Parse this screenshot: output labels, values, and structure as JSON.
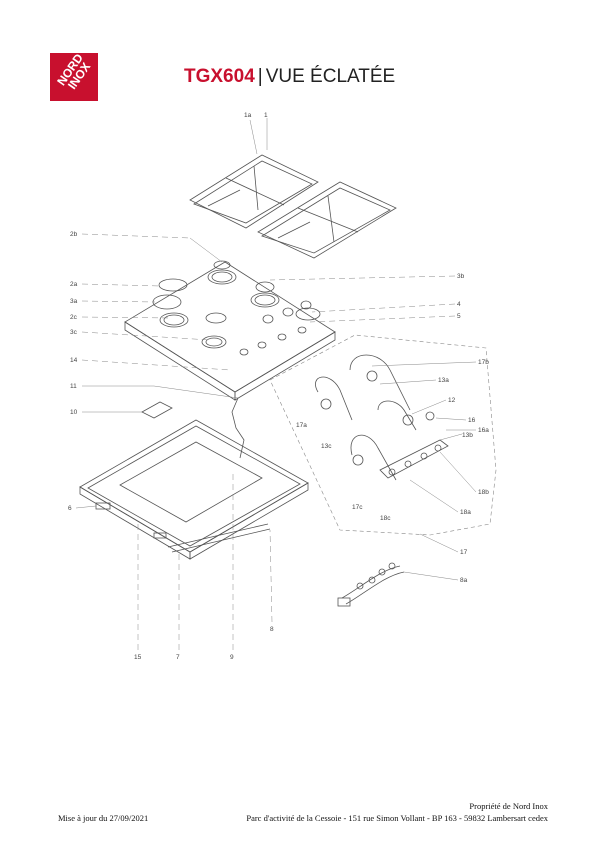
{
  "header": {
    "brand_line1": "NORD",
    "brand_line2": "INOX",
    "model": "TGX604",
    "separator": "|",
    "title": "VUE ÉCLATÉE"
  },
  "labels": [
    "1a",
    "1",
    "2b",
    "2a",
    "3a",
    "2c",
    "3c",
    "14",
    "11",
    "10",
    "6",
    "15",
    "7",
    "9",
    "8",
    "3b",
    "4",
    "5",
    "17b",
    "13a",
    "12",
    "16",
    "16a",
    "13b",
    "17a",
    "13c",
    "17c",
    "18c",
    "18b",
    "18a",
    "17",
    "8a"
  ],
  "footer": {
    "updated": "Mise à jour du 27/09/2021",
    "owner": "Propriété de Nord Inox",
    "address": "Parc d'activité de la Cessoie - 151 rue Simon Vollant - BP 163 - 59832 Lambersart cedex"
  },
  "colors": {
    "brand": "#c8102e",
    "line": "#555555",
    "dash": "#888888"
  }
}
